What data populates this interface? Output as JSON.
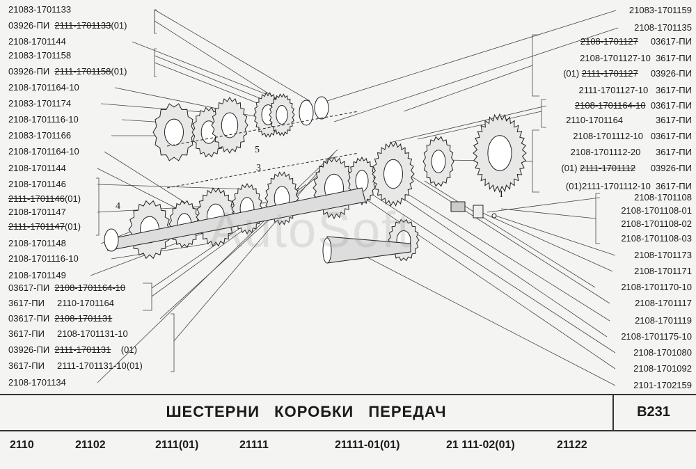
{
  "left_labels": [
    {
      "parts": [
        {
          "t": "21083-1701133",
          "s": false
        }
      ]
    },
    {
      "parts": [
        {
          "t": "03926-ПИ  ",
          "s": false
        },
        {
          "t": "2111-1701133",
          "s": true
        },
        {
          "t": "(01)",
          "s": false
        }
      ]
    },
    {
      "parts": [
        {
          "t": "2108-1701144",
          "s": false
        }
      ]
    },
    {
      "parts": [
        {
          "t": "21083-1701158",
          "s": false
        }
      ]
    },
    {
      "parts": [
        {
          "t": "03926-ПИ  ",
          "s": false
        },
        {
          "t": "2111-1701158",
          "s": true
        },
        {
          "t": "(01)",
          "s": false
        }
      ]
    },
    {
      "parts": [
        {
          "t": "2108-1701164-10",
          "s": false
        }
      ]
    },
    {
      "parts": [
        {
          "t": "21083-1701174",
          "s": false
        }
      ]
    },
    {
      "parts": [
        {
          "t": "2108-1701116-10",
          "s": false
        }
      ]
    },
    {
      "parts": [
        {
          "t": "21083-1701166",
          "s": false
        }
      ]
    },
    {
      "parts": [
        {
          "t": "2108-1701164-10",
          "s": false
        }
      ]
    },
    {
      "parts": [
        {
          "t": "2108-1701144",
          "s": false
        }
      ]
    },
    {
      "parts": [
        {
          "t": "2108-1701146",
          "s": false
        }
      ]
    },
    {
      "parts": [
        {
          "t": "2111-1701146",
          "s": true
        },
        {
          "t": "(01)",
          "s": false
        }
      ]
    },
    {
      "parts": [
        {
          "t": "2108-1701147",
          "s": false
        }
      ]
    },
    {
      "parts": [
        {
          "t": "2111-1701147",
          "s": true
        },
        {
          "t": "(01)",
          "s": false
        }
      ]
    },
    {
      "parts": [
        {
          "t": "2108-1701148",
          "s": false
        }
      ]
    },
    {
      "parts": [
        {
          "t": "2108-1701116-10",
          "s": false
        }
      ]
    },
    {
      "parts": [
        {
          "t": "2108-1701149",
          "s": false
        }
      ]
    },
    {
      "parts": [
        {
          "t": "03617-ПИ  ",
          "s": false
        },
        {
          "t": "2108-1701164-10",
          "s": true
        }
      ]
    },
    {
      "parts": [
        {
          "t": "3617-ПИ     2110-1701164",
          "s": false
        }
      ]
    },
    {
      "parts": [
        {
          "t": "03617-ПИ  ",
          "s": false
        },
        {
          "t": "2108-1701131",
          "s": true
        }
      ]
    },
    {
      "parts": [
        {
          "t": "3617-ПИ     2108-1701131-10",
          "s": false
        }
      ]
    },
    {
      "parts": [
        {
          "t": "03926-ПИ  ",
          "s": false
        },
        {
          "t": "2111-1701131",
          "s": true
        },
        {
          "t": "    (01)",
          "s": false
        }
      ]
    },
    {
      "parts": [
        {
          "t": "3617-ПИ     2111-1701131-10(01)",
          "s": false
        }
      ]
    },
    {
      "parts": [
        {
          "t": "2108-1701134",
          "s": false
        }
      ]
    }
  ],
  "right_labels": [
    {
      "parts": [
        {
          "t": "21083-1701159",
          "s": false
        }
      ]
    },
    {
      "parts": [
        {
          "t": "2108-1701135",
          "s": false
        }
      ]
    },
    {
      "parts": [
        {
          "t": "2108-1701127",
          "s": true
        },
        {
          "t": "     03617-ПИ",
          "s": false
        }
      ]
    },
    {
      "parts": [
        {
          "t": "2108-1701127-10  3617-ПИ",
          "s": false
        }
      ]
    },
    {
      "parts": [
        {
          "t": "(01) ",
          "s": false
        },
        {
          "t": "2111-1701127",
          "s": true
        },
        {
          "t": "     03926-ПИ",
          "s": false
        }
      ]
    },
    {
      "parts": [
        {
          "t": "2111-1701127-10   3617-ПИ",
          "s": false
        }
      ]
    },
    {
      "parts": [
        {
          "t": "2108-1701164-10",
          "s": true
        },
        {
          "t": "  03617-ПИ",
          "s": false
        }
      ]
    },
    {
      "parts": [
        {
          "t": "2110-1701164             3617-ПИ",
          "s": false
        }
      ]
    },
    {
      "parts": [
        {
          "t": "2108-1701112-10   03617-ПИ",
          "s": false
        }
      ]
    },
    {
      "parts": [
        {
          "t": "2108-1701112-20      3617-ПИ",
          "s": false
        }
      ]
    },
    {
      "parts": [
        {
          "t": "(01) ",
          "s": false
        },
        {
          "t": "2111-1701112",
          "s": true
        },
        {
          "t": "      03926-ПИ",
          "s": false
        }
      ]
    },
    {
      "parts": [
        {
          "t": "(01)2111-1701112-10  3617-ПИ",
          "s": false
        }
      ]
    },
    {
      "parts": [
        {
          "t": "2108-1701108",
          "s": false
        }
      ]
    },
    {
      "parts": [
        {
          "t": "2108-1701108-01",
          "s": false
        }
      ]
    },
    {
      "parts": [
        {
          "t": "2108-1701108-02",
          "s": false
        }
      ]
    },
    {
      "parts": [
        {
          "t": "2108-1701108-03",
          "s": false
        }
      ]
    },
    {
      "parts": [
        {
          "t": "2108-1701173",
          "s": false
        }
      ]
    },
    {
      "parts": [
        {
          "t": "2108-1701171",
          "s": false
        }
      ]
    },
    {
      "parts": [
        {
          "t": "2108-1701170-10",
          "s": false
        }
      ]
    },
    {
      "parts": [
        {
          "t": "2108-1701117",
          "s": false
        }
      ]
    },
    {
      "parts": [
        {
          "t": "2108-1701119",
          "s": false
        }
      ]
    },
    {
      "parts": [
        {
          "t": "2108-1701175-10",
          "s": false
        }
      ]
    },
    {
      "parts": [
        {
          "t": "2108-1701080",
          "s": false
        }
      ]
    },
    {
      "parts": [
        {
          "t": "2108-1701092",
          "s": false
        }
      ]
    },
    {
      "parts": [
        {
          "t": "2101-1702159",
          "s": false
        }
      ]
    }
  ],
  "diagram_marks": [
    "5",
    "3",
    "4",
    "I"
  ],
  "watermark": "AutoSoft",
  "title": "ШЕСТЕРНИ КОРОБКИ ПЕРЕДАЧ",
  "code": "B231",
  "models": [
    "2110",
    "21102",
    "2111(01)",
    "21111",
    "21111-01(01)",
    "21 111-02(01)",
    "21122"
  ]
}
